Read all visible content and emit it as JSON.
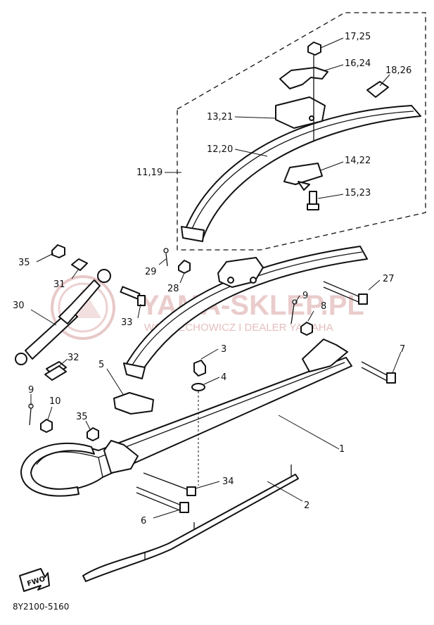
{
  "watermark": {
    "brand": "YAMA-SKLEP.PL",
    "subtitle": "WOJCIECHOWICZ I DEALER YAMAHA",
    "color": "#d9a3a3"
  },
  "diagram_code": "8Y2100-5160",
  "forward_marker": "FWO",
  "labels": {
    "l_17_25": "17,25",
    "l_16_24": "16,24",
    "l_18_26": "18,26",
    "l_13_21": "13,21",
    "l_12_20": "12,20",
    "l_11_19": "11,19",
    "l_14_22": "14,22",
    "l_15_23": "15,23",
    "l_35a": "35",
    "l_29": "29",
    "l_27": "27",
    "l_31": "31",
    "l_28": "28",
    "l_30": "30",
    "l_33": "33",
    "l_9a": "9",
    "l_8": "8",
    "l_3": "3",
    "l_7": "7",
    "l_32": "32",
    "l_5": "5",
    "l_4": "4",
    "l_9b": "9",
    "l_10": "10",
    "l_35b": "35",
    "l_1": "1",
    "l_34": "34",
    "l_2": "2",
    "l_6": "6"
  }
}
